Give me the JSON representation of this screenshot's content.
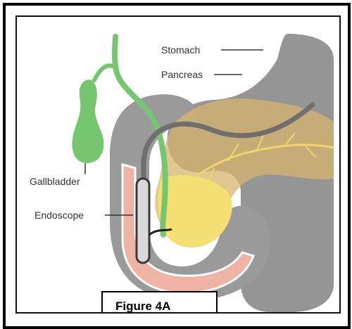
{
  "labels": {
    "stomach": "Stomach",
    "pancreas": "Pancreas",
    "gallbladder": "Gallbladder",
    "endoscope": "Endoscope"
  },
  "caption": "Figure 4A",
  "colors": {
    "stomach": "#8f8f8f",
    "pancreas": "#d7b66e",
    "bile_duct": "#76c66f",
    "duodenum_wall": "#efb3a3",
    "endoscope": "#6f6f6f"
  }
}
